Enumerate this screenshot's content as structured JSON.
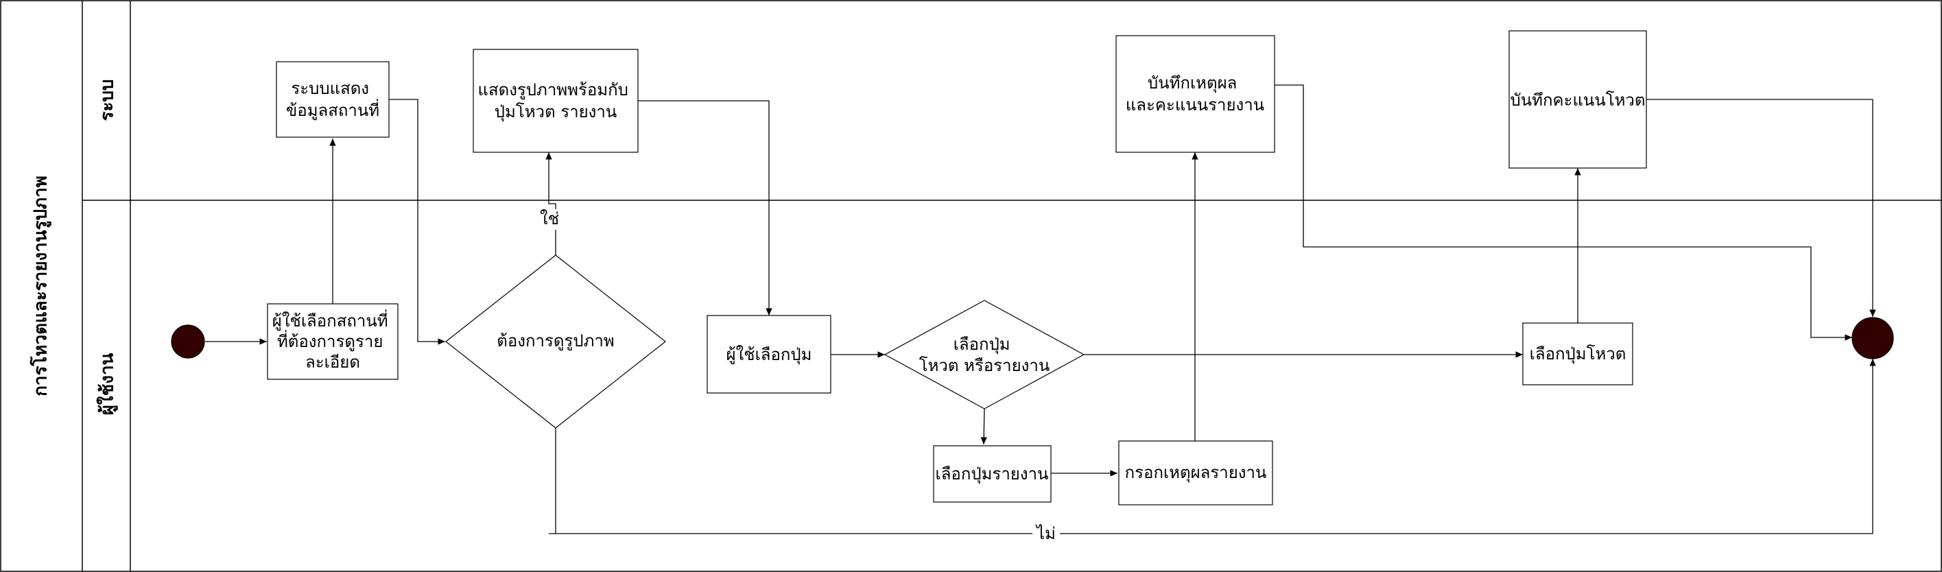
{
  "pool": {
    "title": "การโหวตและรายงานรูปภาพ"
  },
  "lanes": {
    "system": "ระบบ",
    "user": "ผู้ใช้งาน"
  },
  "nodes": {
    "sys_show_info": [
      "ระบบแสดง",
      "ข้อมูลสถานที่"
    ],
    "sys_show_image": [
      "แสดงรูปภาพพร้อมกับ",
      "ปุ่มโหวต รายงาน"
    ],
    "sys_save_report": [
      "บันทึกเหตุผล",
      "และคะแนนรายงาน"
    ],
    "sys_save_vote": [
      "บันทึกคะแนนโหวต"
    ],
    "user_select_place": [
      "ผู้ใช้เลือกสถานที่",
      "ที่ต้องการดูราย",
      "ละเอียด"
    ],
    "decision_view_image": [
      "ต้องการดูรูปภาพ"
    ],
    "user_select_button": [
      "ผู้ใช้เลือกปุ่ม"
    ],
    "decision_vote_or_report": [
      "เลือกปุ่ม",
      "โหวต หรือรายงาน"
    ],
    "user_select_report": [
      "เลือกปุ่มรายงาน"
    ],
    "user_enter_reason": [
      "กรอกเหตุผลรายงาน"
    ],
    "user_select_vote": [
      "เลือกปุ่มโหวต"
    ]
  },
  "edge_labels": {
    "yes": "ใช่",
    "no": "ไม่"
  },
  "colors": {
    "event_fill": "#330000",
    "stroke": "#000000"
  }
}
